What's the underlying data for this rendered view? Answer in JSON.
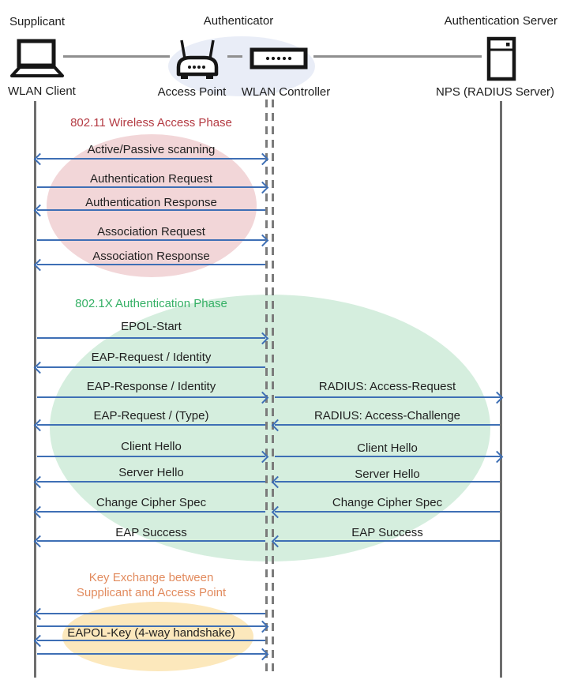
{
  "header": {
    "roles": [
      {
        "label": "Supplicant"
      },
      {
        "label": "Authenticator"
      },
      {
        "label": "Authentication Server"
      }
    ],
    "nodes": [
      {
        "label": "WLAN Client",
        "icon": "laptop-icon"
      },
      {
        "label": "Access Point",
        "icon": "wireless-router-icon"
      },
      {
        "label": "WLAN Controller",
        "icon": "controller-box-icon"
      },
      {
        "label": "NPS (RADIUS Server)",
        "icon": "server-icon"
      }
    ]
  },
  "phases": [
    {
      "title": "802.11 Wireless Access Phase"
    },
    {
      "title": "802.1X Authentication Phase"
    },
    {
      "title_line1": "Key Exchange between",
      "title_line2": "Supplicant and Access Point"
    }
  ],
  "messages": [
    {
      "label": "Active/Passive scanning",
      "segment": "client-controller",
      "direction": "both"
    },
    {
      "label": "Authentication Request",
      "segment": "client-controller",
      "direction": "right"
    },
    {
      "label": "Authentication Response",
      "segment": "client-controller",
      "direction": "left"
    },
    {
      "label": "Association Request",
      "segment": "client-controller",
      "direction": "right"
    },
    {
      "label": "Association Response",
      "segment": "client-controller",
      "direction": "left"
    },
    {
      "label": "EPOL-Start",
      "segment": "client-controller",
      "direction": "right"
    },
    {
      "label": "EAP-Request / Identity",
      "segment": "client-controller",
      "direction": "left"
    },
    {
      "label": "EAP-Response / Identity",
      "segment": "client-controller",
      "direction": "right"
    },
    {
      "label": "RADIUS: Access-Request",
      "segment": "controller-server",
      "direction": "right"
    },
    {
      "label": "EAP-Request / (Type)",
      "segment": "client-controller",
      "direction": "left"
    },
    {
      "label": "RADIUS: Access-Challenge",
      "segment": "controller-server",
      "direction": "left"
    },
    {
      "label": "Client Hello",
      "segment": "client-controller",
      "direction": "right"
    },
    {
      "label": "Client Hello",
      "segment": "controller-server",
      "direction": "right"
    },
    {
      "label": "Server Hello",
      "segment": "client-controller",
      "direction": "left"
    },
    {
      "label": "Server Hello",
      "segment": "controller-server",
      "direction": "left"
    },
    {
      "label": "Change Cipher Spec",
      "segment": "client-controller",
      "direction": "left"
    },
    {
      "label": "Change Cipher Spec",
      "segment": "controller-server",
      "direction": "left"
    },
    {
      "label": "EAP Success",
      "segment": "client-controller",
      "direction": "left"
    },
    {
      "label": "EAP Success",
      "segment": "controller-server",
      "direction": "left"
    },
    {
      "label": "EAPOL-Key (4-way handshake)",
      "segment": "client-controller",
      "arrow_directions": [
        "left",
        "right",
        "left",
        "right"
      ]
    }
  ],
  "colors": {
    "arrow": "#3E6FB5",
    "text": "#1f1f1f",
    "red": "#B43B43",
    "green": "#35B065",
    "orange": "#E28B5E",
    "pink-fill": "#F2D6D8",
    "green-fill": "#D5EEDE",
    "yellow-fill": "#FCE8BC",
    "blue-fill": "#E9EDF7",
    "lifeline": "#6e6e6e",
    "dash": "#7b7b7b",
    "connector": "#8f8f8f"
  }
}
